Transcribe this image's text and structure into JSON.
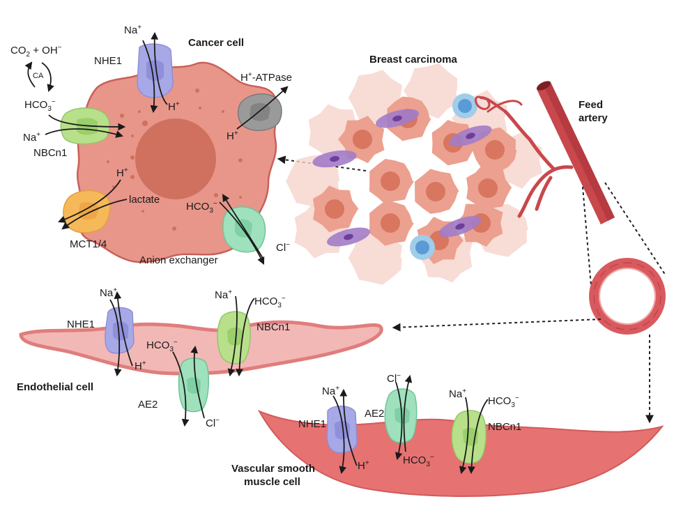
{
  "figure": {
    "cancer_cell": {
      "title": "Cancer cell",
      "co2_reaction": {
        "left": "CO",
        "sub": "2",
        "right": " + OH",
        "sup": "−"
      },
      "enzyme": "CA",
      "bicarbonate": {
        "base": "HCO",
        "sub": "3",
        "sup": "−"
      },
      "transporters": [
        {
          "name": "NHE1",
          "in": "H",
          "in_sup": "+",
          "out": "Na",
          "out_sup": "+",
          "color": "#a7a8e6"
        },
        {
          "name": "NBCn1",
          "ions": [
            "HCO3−",
            "Na+"
          ],
          "color": "#b8e08a"
        },
        {
          "name": "H",
          "name_sup": "+",
          "name_rest": "-ATPase",
          "ion": "H",
          "ion_sup": "+",
          "color": "#9a9a9a"
        },
        {
          "name": "MCT1/4",
          "ions": [
            "H+",
            "lactate"
          ],
          "color": "#f6b95a"
        },
        {
          "name": "Anion exchanger",
          "ions": [
            "HCO3−",
            "Cl−"
          ],
          "color": "#9fe0bd"
        }
      ],
      "labels": {
        "na_plus": "Na",
        "h_plus": "H",
        "plus": "+",
        "minus": "−",
        "hco3": "HCO",
        "three": "3",
        "cl": "Cl",
        "lactate": "lactate",
        "nbcn1": "NBCn1",
        "nhe1": "NHE1",
        "mct": "MCT1/4",
        "anion_exchanger": "Anion exchanger",
        "h_atpase_rest": "-ATPase"
      }
    },
    "tumor": {
      "title": "Breast carcinoma"
    },
    "artery": {
      "title_line1": "Feed",
      "title_line2": "artery"
    },
    "endothelial_cell": {
      "title": "Endothelial cell",
      "transporters": [
        {
          "name": "NHE1",
          "ions": [
            "Na+",
            "H+"
          ],
          "color": "#a7a8e6"
        },
        {
          "name": "AE2",
          "ions": [
            "HCO3−",
            "Cl−"
          ],
          "color": "#9fe0bd"
        },
        {
          "name": "NBCn1",
          "ions": [
            "Na+",
            "HCO3−"
          ],
          "color": "#b8e08a"
        }
      ]
    },
    "vsmc": {
      "title_line1": "Vascular smooth",
      "title_line2": "muscle cell",
      "transporters": [
        {
          "name": "NHE1",
          "ions": [
            "Na+",
            "H+"
          ],
          "color": "#a7a8e6"
        },
        {
          "name": "AE2",
          "ions": [
            "Cl−",
            "HCO3−"
          ],
          "color": "#9fe0bd"
        },
        {
          "name": "NBCn1",
          "ions": [
            "Na+",
            "HCO3−"
          ],
          "color": "#b8e08a"
        }
      ]
    },
    "colors": {
      "cancer_cell_fill": "#e8968a",
      "cancer_cell_stroke": "#c9605a",
      "nucleus": "#d0705e",
      "endothelial_fill": "#f2b8b6",
      "endothelial_stroke": "#e07d7d",
      "vsmc_fill": "#e67272",
      "artery": "#c8484c",
      "fibroblast": "#a27cc8",
      "immune_cell": "#9fcdea"
    }
  }
}
